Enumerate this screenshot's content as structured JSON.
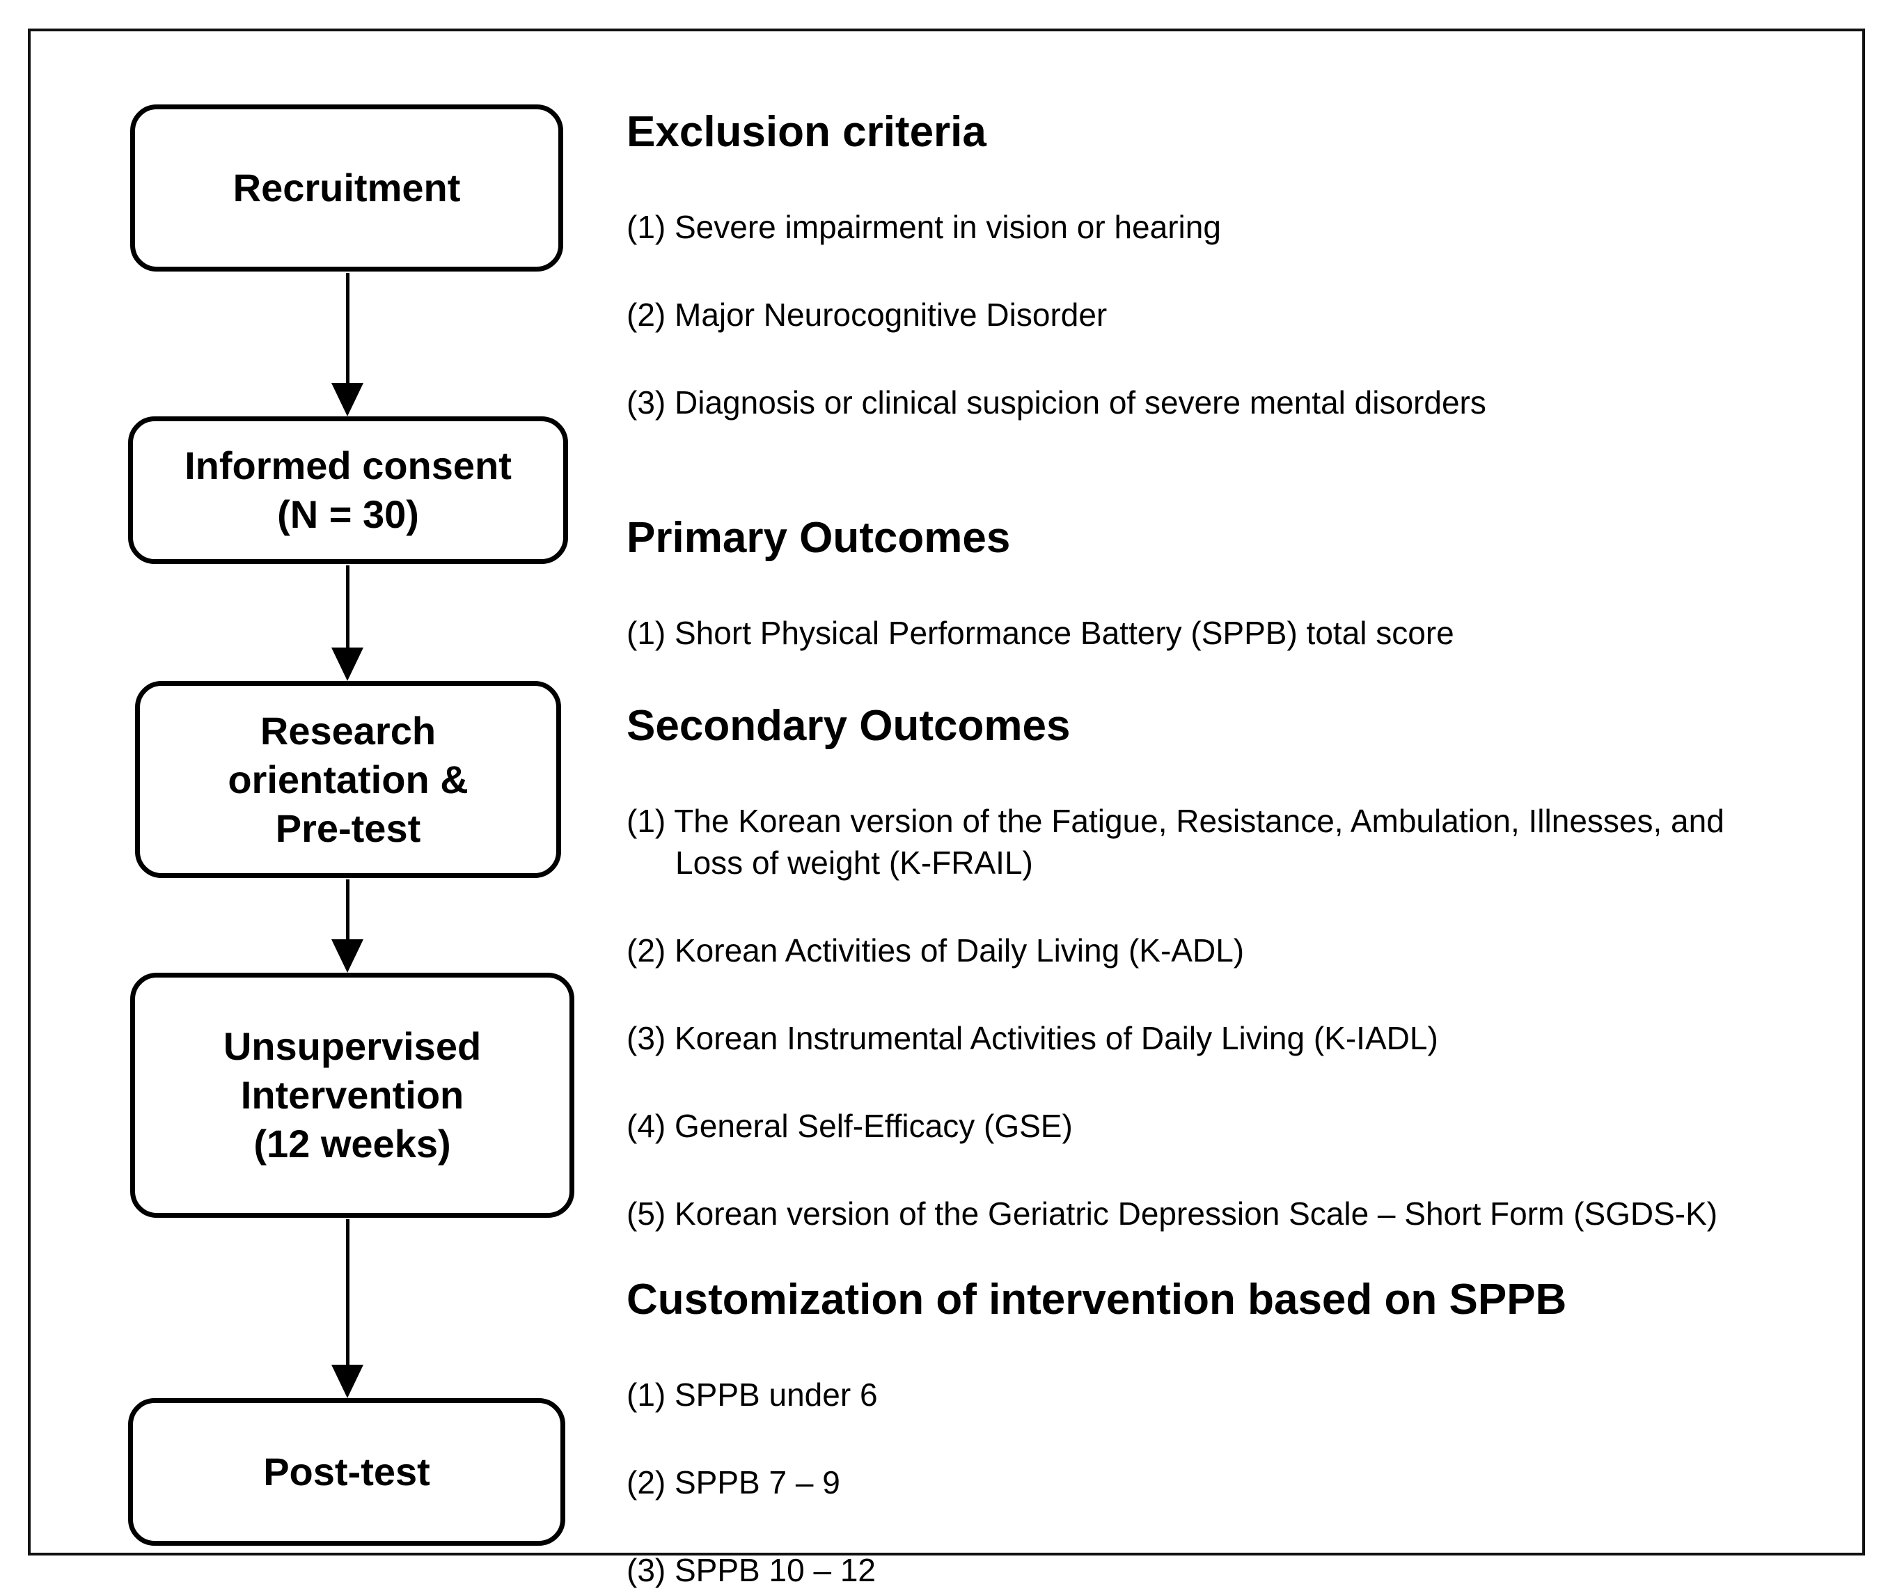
{
  "canvas": {
    "background": "#ffffff",
    "frame_border_color": "#111111",
    "ink_color": "#000000"
  },
  "flowchart": {
    "steps": [
      {
        "id": "recruitment",
        "label": "Recruitment"
      },
      {
        "id": "informed-consent",
        "label": "Informed consent\n(N = 30)"
      },
      {
        "id": "research-orientation-pretest",
        "label": "Research\norientation &\nPre-test"
      },
      {
        "id": "unsupervised-intervention",
        "label": "Unsupervised\nIntervention\n(12 weeks)"
      },
      {
        "id": "post-test",
        "label": "Post-test"
      }
    ]
  },
  "sections": [
    {
      "title": "Exclusion criteria",
      "items": [
        "(1) Severe impairment in vision or hearing",
        "(2) Major Neurocognitive Disorder",
        "(3) Diagnosis or clinical suspicion of severe mental disorders"
      ]
    },
    {
      "title": "Primary Outcomes",
      "items": [
        "(1) Short Physical Performance Battery (SPPB) total score"
      ]
    },
    {
      "title": "Secondary Outcomes",
      "items": [
        "(1) The Korean version of the Fatigue, Resistance, Ambulation, Illnesses, and\nLoss of weight (K-FRAIL)",
        "(2) Korean Activities of Daily Living (K-ADL)",
        "(3) Korean Instrumental Activities of Daily Living (K-IADL)",
        "(4) General Self-Efficacy (GSE)",
        "(5) Korean version of the Geriatric Depression Scale – Short Form (SGDS-K)"
      ]
    },
    {
      "title": "Customization of intervention based on SPPB",
      "items": [
        "(1) SPPB under 6",
        "(2) SPPB 7 – 9",
        "(3) SPPB 10 – 12"
      ]
    }
  ]
}
